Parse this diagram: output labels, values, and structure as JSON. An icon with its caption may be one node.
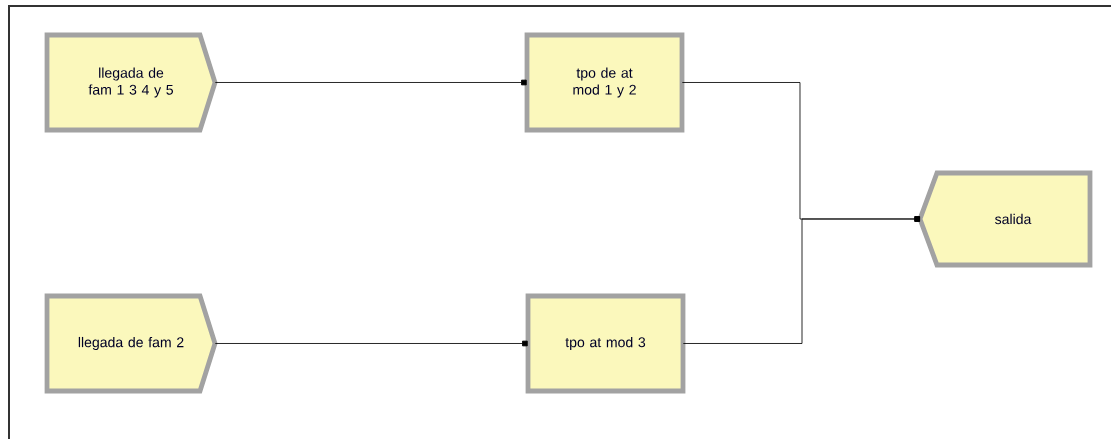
{
  "diagram": {
    "nodes": [
      {
        "text": [
          "llegada de fam 1 3 4 y 5"
        ]
      },
      {
        "text": [
          "tpo de at mod 1 y 2"
        ]
      },
      {
        "text": [
          "llegada de fam 2"
        ]
      },
      {
        "text": [
          "tpo at mod 3"
        ]
      },
      {
        "text": [
          "salida"
        ]
      }
    ],
    "edges": [
      {
        "from": 0,
        "to": 1,
        "arrow": "other"
      },
      {
        "from": 2,
        "to": 3,
        "arrow": "other"
      },
      {
        "from": 1,
        "to": 4,
        "arrow": "other"
      },
      {
        "from": 3,
        "to": 4,
        "arrow": "other"
      }
    ]
  }
}
